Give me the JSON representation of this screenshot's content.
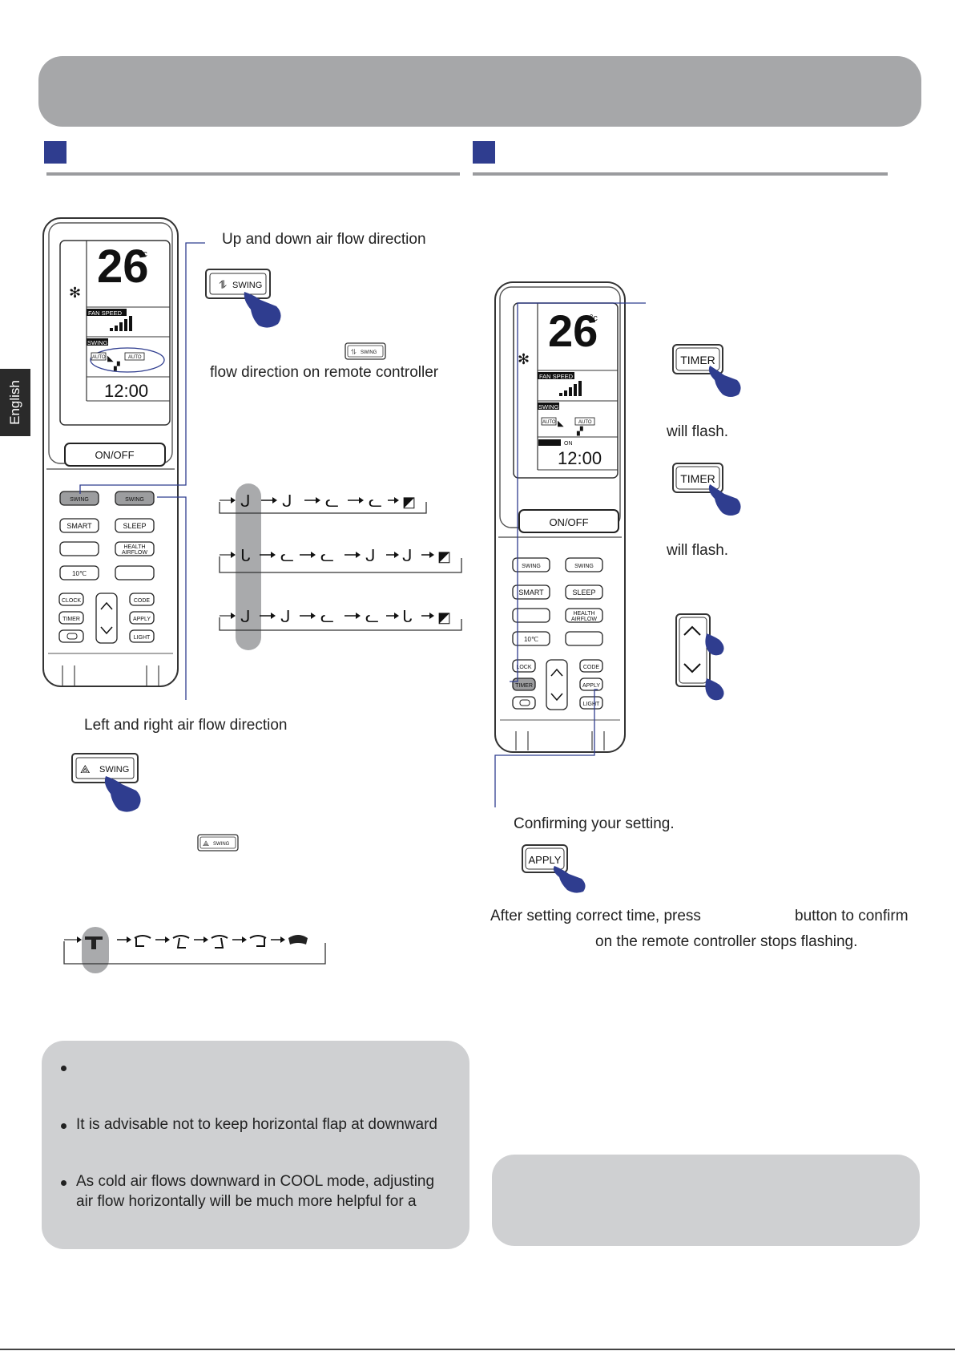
{
  "language_tab": "English",
  "left_section": {
    "updown_heading": "Up and down air flow direction",
    "updown_line2": "flow direction on remote controller",
    "leftright_heading": "Left and right air flow direction",
    "swing_key_label": "SWING",
    "vertical_flow_rows": [
      [
        "ᒍ",
        "ᒍ",
        "ᓚ",
        "ᓚ",
        "fan"
      ],
      [
        "ᒐ",
        "ᓚ",
        "ᓚ",
        "ᒍ",
        "ᒍ",
        "fan"
      ],
      [
        "ᒍ",
        "ᒍ",
        "ᓚ",
        "ᓚ",
        "ᒐ",
        "fan"
      ]
    ]
  },
  "right_section": {
    "timer_key_label": "TIMER",
    "will_flash_1": "will flash.",
    "will_flash_2": "will flash.",
    "confirming": "Confirming your setting.",
    "apply_key_label": "APPLY",
    "after_setting_a": "After setting correct time, press",
    "after_setting_b": "button to confirm",
    "after_setting_c": "on the remote controller stops flashing."
  },
  "notes_left": [
    "",
    "It is advisable not to keep horizontal flap at downward",
    "As cold air flows downward in COOL mode, adjusting",
    "air flow horizontally will be much more helpful for a"
  ],
  "remote": {
    "temperature": "26",
    "unit": "°c",
    "fan_speed_label": "FAN SPEED",
    "swing_label": "SWING",
    "auto_label": "AUTO",
    "clock_display": "12:00",
    "on_label": "ON",
    "onoff": "ON/OFF",
    "smart": "SMART",
    "sleep": "SLEEP",
    "health_line1": "HEALTH",
    "health_line2": "AIRFLOW",
    "ten_c": "10℃",
    "clock_btn": "CLOCK",
    "clock_btn_cut": "LOCK",
    "code": "CODE",
    "timer": "TIMER",
    "apply": "APPLY",
    "light": "LIGHT",
    "swing_small": "SWING"
  },
  "colors": {
    "header": "#a6a7a9",
    "section_marker": "#2f3d8f",
    "hand": "#2f3d8f",
    "note_box": "#cfd0d2",
    "highlight": "#a9aaac"
  }
}
